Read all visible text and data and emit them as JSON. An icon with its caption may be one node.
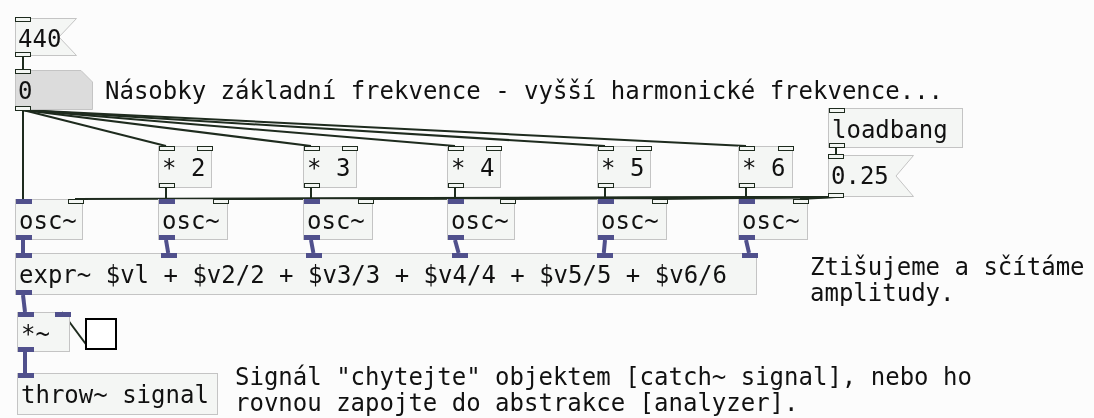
{
  "diagram": {
    "nodes": [
      {
        "text": [
          "440"
        ]
      },
      {
        "text": [
          "0"
        ]
      },
      {
        "text": [
          "* 2"
        ]
      },
      {
        "text": [
          "* 3"
        ]
      },
      {
        "text": [
          "* 4"
        ]
      },
      {
        "text": [
          "* 5"
        ]
      },
      {
        "text": [
          "* 6"
        ]
      },
      {
        "text": [
          "loadbang"
        ]
      },
      {
        "text": [
          "0.25"
        ]
      },
      {
        "text": [
          "osc~"
        ]
      },
      {
        "text": [
          "osc~"
        ]
      },
      {
        "text": [
          "osc~"
        ]
      },
      {
        "text": [
          "osc~"
        ]
      },
      {
        "text": [
          "osc~"
        ]
      },
      {
        "text": [
          "osc~"
        ]
      },
      {
        "text": [
          "expr~ $vl + $v2/2 + $v3/3 + $v4/4 + $v5/5 + $v6/6"
        ]
      },
      {
        "text": [
          "*~"
        ]
      },
      {
        "text": [],
        "shape": "box"
      },
      {
        "text": [
          "throw~ signal"
        ]
      }
    ],
    "edges": [
      {
        "from": 0,
        "to": 1,
        "arrow": "none"
      },
      {
        "from": 1,
        "to": 9,
        "arrow": "none"
      },
      {
        "from": 1,
        "to": 2,
        "arrow": "none"
      },
      {
        "from": 1,
        "to": 3,
        "arrow": "none"
      },
      {
        "from": 1,
        "to": 4,
        "arrow": "none"
      },
      {
        "from": 1,
        "to": 5,
        "arrow": "none"
      },
      {
        "from": 1,
        "to": 6,
        "arrow": "none"
      },
      {
        "from": 2,
        "to": 10,
        "arrow": "none"
      },
      {
        "from": 3,
        "to": 11,
        "arrow": "none"
      },
      {
        "from": 4,
        "to": 12,
        "arrow": "none"
      },
      {
        "from": 5,
        "to": 13,
        "arrow": "none"
      },
      {
        "from": 6,
        "to": 14,
        "arrow": "none"
      },
      {
        "from": 7,
        "to": 8,
        "arrow": "none"
      },
      {
        "from": 8,
        "to": 9,
        "arrow": "none"
      },
      {
        "from": 8,
        "to": 10,
        "arrow": "none"
      },
      {
        "from": 8,
        "to": 11,
        "arrow": "none"
      },
      {
        "from": 8,
        "to": 12,
        "arrow": "none"
      },
      {
        "from": 8,
        "to": 13,
        "arrow": "none"
      },
      {
        "from": 8,
        "to": 14,
        "arrow": "none"
      },
      {
        "from": 9,
        "to": 15,
        "arrow": "none",
        "style": "thick",
        "color": "#50508c"
      },
      {
        "from": 10,
        "to": 15,
        "arrow": "none",
        "style": "thick",
        "color": "#50508c"
      },
      {
        "from": 11,
        "to": 15,
        "arrow": "none",
        "style": "thick",
        "color": "#50508c"
      },
      {
        "from": 12,
        "to": 15,
        "arrow": "none",
        "style": "thick",
        "color": "#50508c"
      },
      {
        "from": 13,
        "to": 15,
        "arrow": "none",
        "style": "thick",
        "color": "#50508c"
      },
      {
        "from": 14,
        "to": 15,
        "arrow": "none",
        "style": "thick",
        "color": "#50508c"
      },
      {
        "from": 15,
        "to": 16,
        "arrow": "none",
        "style": "thick",
        "color": "#50508c"
      },
      {
        "from": 17,
        "to": 16,
        "arrow": "none"
      },
      {
        "from": 16,
        "to": 18,
        "arrow": "none",
        "style": "thick",
        "color": "#50508c"
      }
    ],
    "labels": [
      "Násobky základní frekvence - vyšší harmonické frekvence...",
      "Ztišujeme a sčítáme amplitudy.",
      "Signál \"chytejte\" objektem [catch~ signal], nebo ho rovnou zapojte do abstrakce [analyzer]."
    ]
  }
}
